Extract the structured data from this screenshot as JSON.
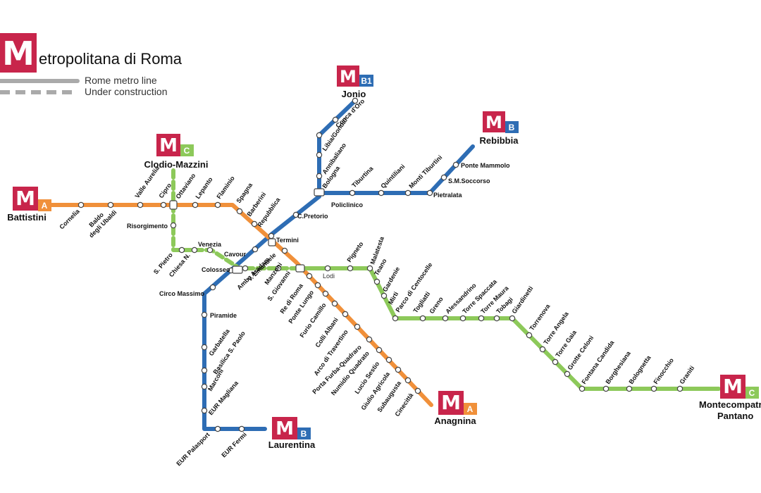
{
  "header": {
    "logo_letter": "M",
    "title_rest": "etropolitana di Roma"
  },
  "legend": {
    "line_label": "Rome metro line",
    "construction_label": "Under construction"
  },
  "colors": {
    "line_a": "#F0903A",
    "line_b": "#2E6DB4",
    "line_c": "#8DC95A",
    "logo_red": "#C8254B",
    "legend_gray": "#AAAAAA"
  },
  "terminals": {
    "jonio": {
      "name": "Jonio",
      "badge": "B1"
    },
    "rebibbia": {
      "name": "Rebibbia",
      "badge": "B"
    },
    "clodio": {
      "name": "Clodio-Mazzini",
      "badge": "C"
    },
    "battistini": {
      "name": "Battistini",
      "badge": "A"
    },
    "laurentina": {
      "name": "Laurentina",
      "badge": "B"
    },
    "anagnina": {
      "name": "Anagnina",
      "badge": "A"
    },
    "montecompatri": {
      "name": "Montecompatri",
      "name2": "Pantano",
      "badge": "C"
    }
  },
  "stations": {
    "cornelia": "Cornelia",
    "baldo1": "Baldo",
    "baldo2": "degli Ubaldi",
    "valle_aurelia": "Valle Aurelia",
    "cipro": "Cipro",
    "ottaviano": "Ottaviano",
    "lepanto": "Lepanto",
    "flaminio": "Flaminio",
    "spagna": "Spagna",
    "barberini": "Barberini",
    "repubblica": "Repubblica",
    "termini": "Termini",
    "v_emanuele": "V. Emanuele",
    "manzoni": "Manzoni",
    "s_giovanni": "S. Giovanni",
    "re_di_roma": "Re di Roma",
    "ponte_lungo": "Ponte Lungo",
    "furio_camillo": "Furio Camillo",
    "colli_albani": "Colli Albani",
    "arco_travertino": "Arco di Travertino",
    "porta_furba": "Porta Furba-Quadraro",
    "numidio": "Numidio Quadrato",
    "lucio_sestio": "Lucio Sestio",
    "giulio_agricola": "Giulio Agricola",
    "subaugusta": "Subaugusta",
    "cinecitta": "Cinecittà",
    "risorgimento": "Risorgimento",
    "s_pietro": "S. Pietro",
    "chiesa_nuova": "Chiesa N.",
    "venezia": "Venezia",
    "cavour": "Cavour",
    "colosseo": "Colosseo",
    "amba_aradam": "Amba Aradam",
    "lodi": "Lodi",
    "pigneto": "Pigneto",
    "malatesta": "Malatesta",
    "teano": "Teano",
    "gardenie": "Gardenie",
    "mirti": "Mirti",
    "parco_centocelle": "Parco di Centocelle",
    "togliatti": "Togliatti",
    "gereno": "Greno",
    "alessandrino": "Alessandrino",
    "torre_spaccata": "Torre Spaccata",
    "torre_maura": "Torre Maura",
    "tobagi": "Tobagi",
    "giardinetti": "Giardinetti",
    "torrenova": "Torrenova",
    "torre_angela": "Torre Angela",
    "torre_gaia": "Torre Gaia",
    "grotte_celoni": "Grotte Celoni",
    "fontana_candida": "Fontana Candida",
    "borghesiana": "Borghesiana",
    "bolognetta": "Bolognetta",
    "finocchio": "Finocchio",
    "graniti": "Graniti",
    "conca_oro": "Conca d'Oro",
    "libia": "Libia/Gondar",
    "annibaliano": "Annibaliano",
    "bologna": "Bologna",
    "tiburtina": "Tiburtina",
    "quintiliani": "Quintiliani",
    "monti_tiburtini": "Monti Tiburtini",
    "pietralata": "Pietralata",
    "ponte_mammolo": "Ponte Mammolo",
    "sm_soccorso": "S.M.Soccorso",
    "policlinico": "Policlinico",
    "c_pretorio": "C.Pretorio",
    "circo_massimo": "Circo Massimo",
    "piramide": "Piramide",
    "garbatella": "Garbatella",
    "basilica": "Basilica S. Paolo",
    "marconi": "Marconi",
    "eur_magliana": "EUR Magliana",
    "eur_palasport": "EUR Palasport",
    "eur_fermi": "EUR Fermi"
  }
}
